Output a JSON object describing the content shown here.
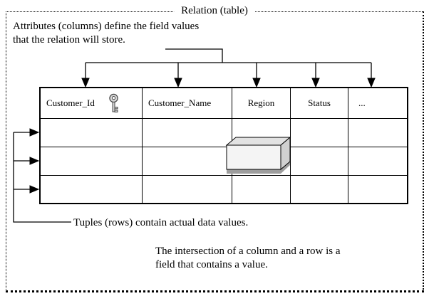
{
  "title": "Relation (table)",
  "notes": {
    "attributes_line1": "Attributes (columns) define the field values",
    "attributes_line2": "that the relation will store.",
    "tuples": "Tuples (rows) contain actual data values.",
    "intersection_line1": "The intersection of a column and a row is a",
    "intersection_line2": "field that contains a value."
  },
  "table": {
    "columns": [
      "Customer_Id",
      "Customer_Name",
      "Region",
      "Status",
      "..."
    ],
    "key_column": "Customer_Id",
    "row_count": 3
  },
  "highlighted_field": {
    "column": "Region",
    "row": 2
  },
  "icons": {
    "key": "key-icon"
  },
  "colors": {
    "line": "#000000",
    "box_top": "#e2e2e2",
    "box_front": "#f4f4f4",
    "box_side": "#d0d0d0",
    "box_shadow": "#9e9e9e",
    "key_fill": "#d8d8d8"
  }
}
